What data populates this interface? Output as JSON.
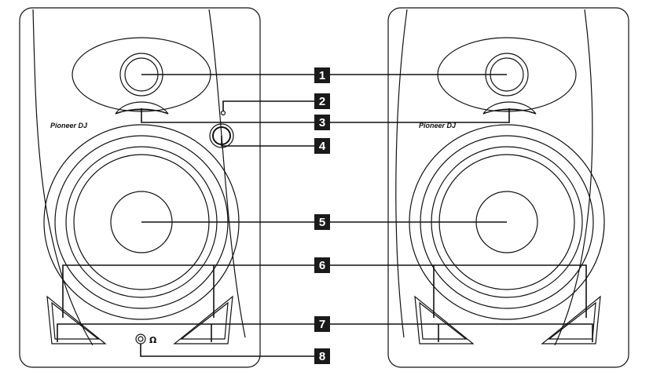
{
  "brand": {
    "logo_text": "Pioneer DJ"
  },
  "callouts": [
    {
      "number": "1",
      "part": "tweeter"
    },
    {
      "number": "2",
      "part": "power-indicator"
    },
    {
      "number": "3",
      "part": "bass-reflex-port"
    },
    {
      "number": "4",
      "part": "volume-knob"
    },
    {
      "number": "5",
      "part": "woofer"
    },
    {
      "number": "6",
      "part": "front-foot"
    },
    {
      "number": "7",
      "part": "base-slot"
    },
    {
      "number": "8",
      "part": "headphone-jack"
    }
  ],
  "headphone_symbol": "Ω",
  "colors": {
    "line": "#111111",
    "badge_bg": "#1a1a1a",
    "badge_text": "#ffffff",
    "background": "#ffffff"
  }
}
